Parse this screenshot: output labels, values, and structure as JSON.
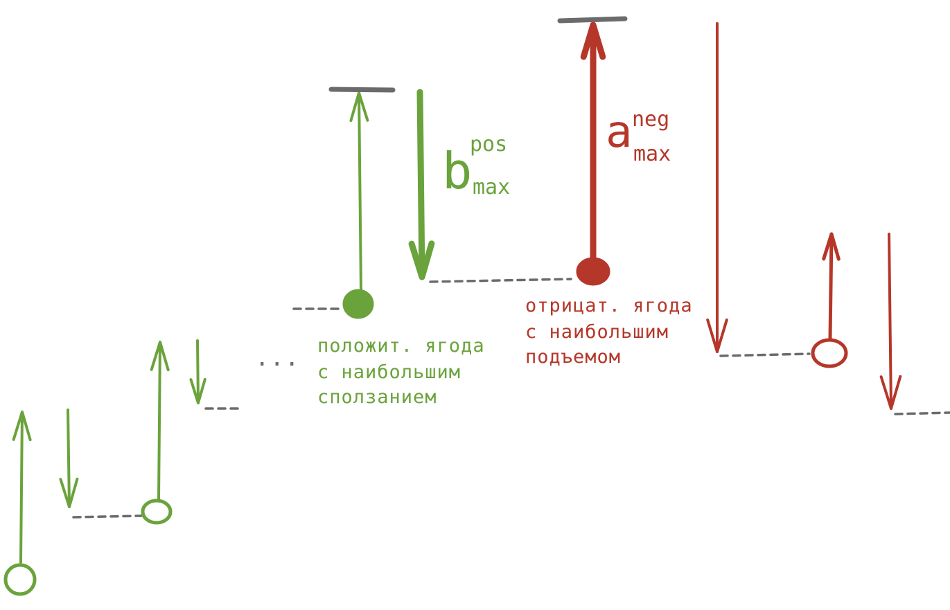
{
  "colors": {
    "green": "#6aa33c",
    "red": "#b5372a",
    "gray": "#6b6b6b"
  },
  "ellipsis": "...",
  "labels": {
    "b_max_pos": {
      "base": "b",
      "sup": "pos",
      "sub": "max"
    },
    "a_max_neg": {
      "base": "a",
      "sup": "neg",
      "sub": "max"
    },
    "pos_berry": [
      "положит. ягода",
      "с наибольшим",
      "сползанием"
    ],
    "neg_berry": [
      "отрицат. ягода",
      "с наибольшим",
      "подъемом"
    ]
  }
}
